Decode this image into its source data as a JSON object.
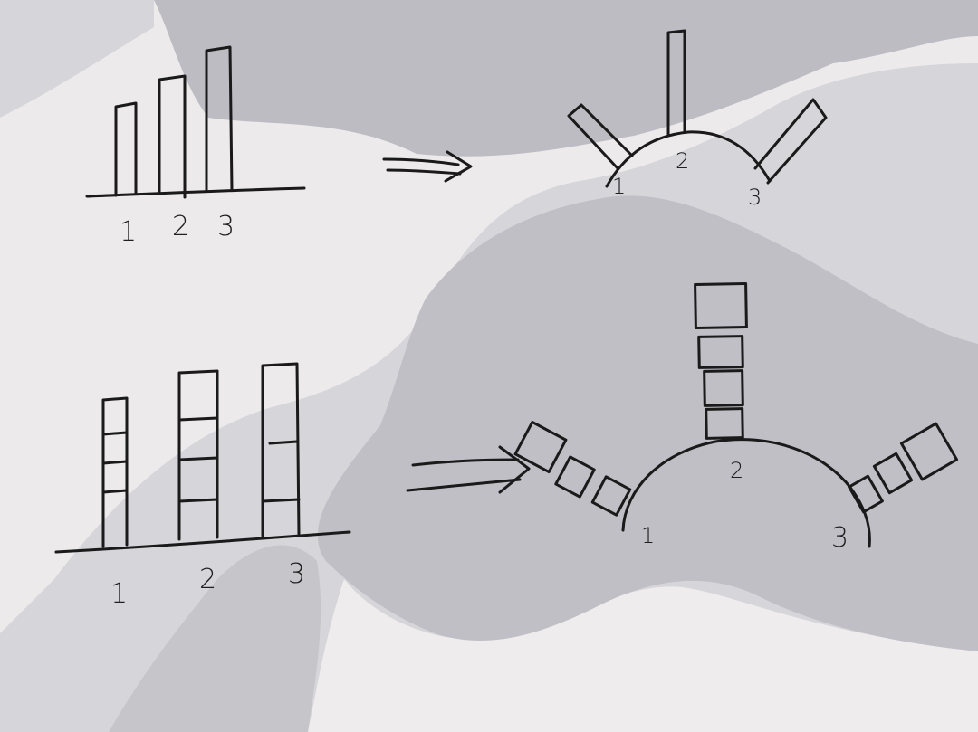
{
  "paper": {
    "lit_color": "#eceaeb",
    "shadow_color": "#bdbcc2",
    "ink_color": "#1a1a1a"
  },
  "top_row": {
    "bar_chart": {
      "tick_labels": [
        "1",
        "2",
        "3"
      ]
    },
    "radial": {
      "labels": [
        "1",
        "2",
        "3"
      ]
    }
  },
  "bottom_row": {
    "bar_chart": {
      "tick_labels": [
        "1",
        "2",
        "3"
      ]
    },
    "radial": {
      "labels": [
        "1",
        "2",
        "3"
      ]
    }
  }
}
